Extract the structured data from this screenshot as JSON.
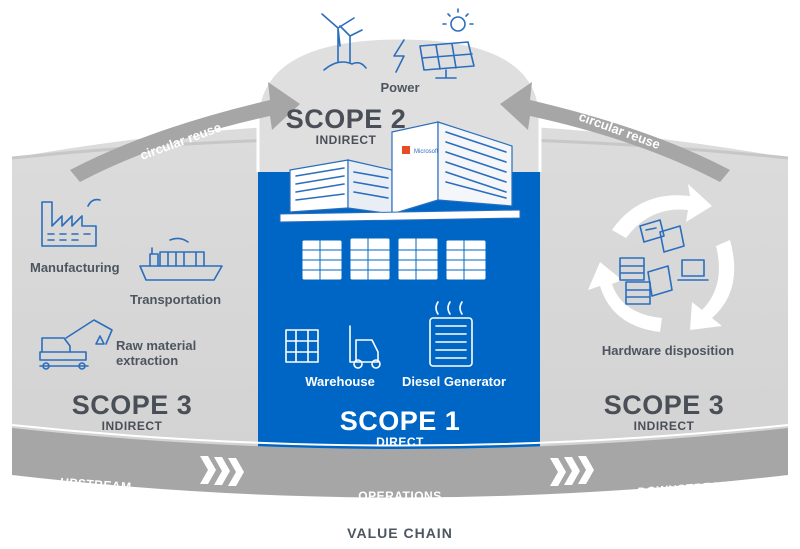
{
  "power": {
    "label": "Power"
  },
  "scope2": {
    "title": "SCOPE 2",
    "subtitle": "INDIRECT"
  },
  "scope1": {
    "title": "SCOPE 1",
    "subtitle": "DIRECT",
    "warehouse_label": "Warehouse",
    "diesel_label": "Diesel Generator",
    "building_sign": "Microsoft"
  },
  "scope3_upstream": {
    "title": "SCOPE 3",
    "subtitle": "INDIRECT",
    "manufacturing_label": "Manufacturing",
    "transportation_label": "Transportation",
    "raw_material_line1": "Raw material",
    "raw_material_line2": "extraction"
  },
  "scope3_downstream": {
    "title": "SCOPE 3",
    "subtitle": "INDIRECT",
    "hardware_label": "Hardware disposition"
  },
  "circular_left": "circular reuse",
  "circular_right": "circular reuse",
  "band": {
    "upstream": "UPSTREAM",
    "operations": "OPERATIONS",
    "downstream": "DOWNSTREAM"
  },
  "value_chain": "VALUE CHAIN",
  "colors": {
    "gray_panel": "#d9d9d9",
    "dark_gray": "#a6a6a6",
    "blue": "#0066c5",
    "icon_blue": "#2a6ebd",
    "text": "#4d5560"
  }
}
